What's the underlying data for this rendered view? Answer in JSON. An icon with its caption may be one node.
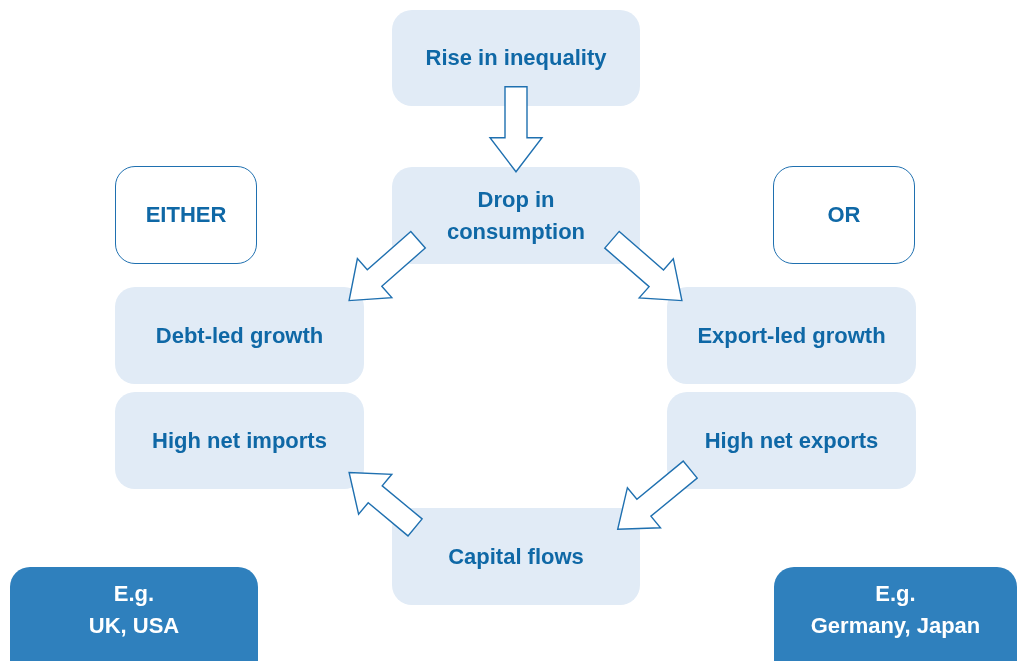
{
  "diagram": {
    "nodes": [
      {
        "text": [
          "Rise in inequality"
        ]
      },
      {
        "text": [
          "Drop in consumption"
        ]
      },
      {
        "text": [
          "EITHER"
        ]
      },
      {
        "text": [
          "OR"
        ]
      },
      {
        "text": [
          "Debt-led growth"
        ]
      },
      {
        "text": [
          "Export-led growth"
        ]
      },
      {
        "text": [
          "High net imports"
        ]
      },
      {
        "text": [
          "High net exports"
        ]
      },
      {
        "text": [
          "Capital flows"
        ]
      },
      {
        "text": [
          "E.g.",
          "UK, USA"
        ]
      },
      {
        "text": [
          "E.g.",
          "Germany, Japan"
        ]
      }
    ],
    "edges": [
      {
        "from": 0,
        "to": 1,
        "arrow": "to"
      },
      {
        "from": 1,
        "to": 4,
        "arrow": "to"
      },
      {
        "from": 1,
        "to": 5,
        "arrow": "to"
      },
      {
        "from": 7,
        "to": 8,
        "arrow": "to"
      },
      {
        "from": 8,
        "to": 6,
        "arrow": "to"
      }
    ]
  }
}
